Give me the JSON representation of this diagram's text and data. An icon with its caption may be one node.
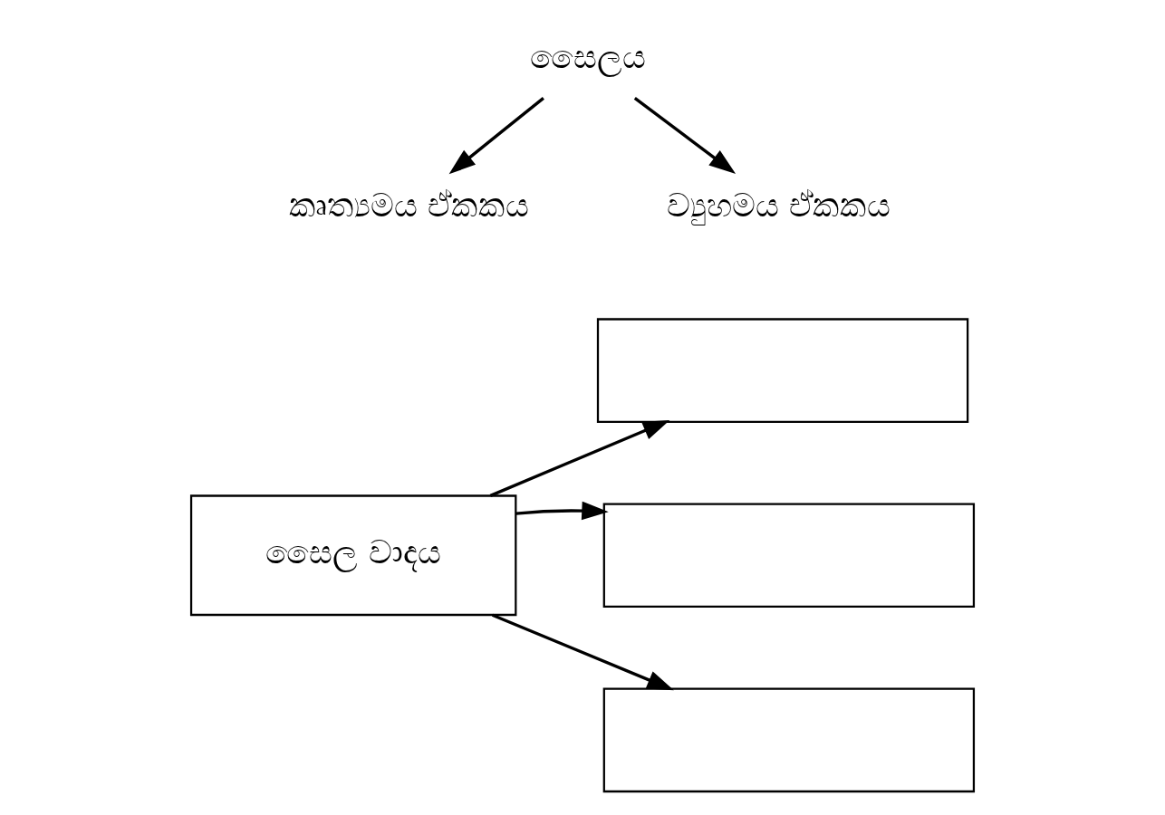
{
  "diagram": {
    "nodes": [
      {
        "text": [
          "සෛලය"
        ]
      },
      {
        "text": [
          "කෘත්‍යමය ඒකකය"
        ]
      },
      {
        "text": [
          "ව්‍යුහමය ඒකකය"
        ]
      },
      {
        "text": [
          "සෛල වාදය"
        ]
      },
      {
        "text": [],
        "shape": "box"
      },
      {
        "text": [],
        "shape": "box"
      },
      {
        "text": [],
        "shape": "box"
      }
    ],
    "edges": [
      {
        "from": 0,
        "to": 1,
        "arrow": "to"
      },
      {
        "from": 0,
        "to": 2,
        "arrow": "to"
      },
      {
        "from": 3,
        "to": 4,
        "arrow": "to"
      },
      {
        "from": 3,
        "to": 5,
        "arrow": "to"
      },
      {
        "from": 3,
        "to": 6,
        "arrow": "to"
      }
    ]
  }
}
